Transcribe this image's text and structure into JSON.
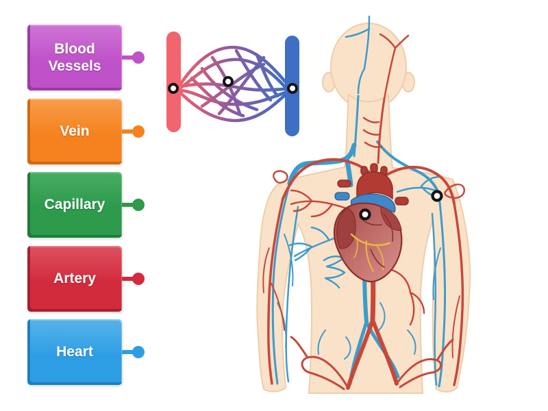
{
  "activity": {
    "kind": "labelled-diagram-activity",
    "background_color": "#ffffff",
    "instructions_visible": false
  },
  "labels": [
    {
      "id": "blood-vessels",
      "text": "Blood Vessels",
      "color": "#bf52c9",
      "color_dark": "#9c3aa8",
      "color_light": "#cf74d6"
    },
    {
      "id": "vein",
      "text": "Vein",
      "color": "#f5821f",
      "color_dark": "#d2690e",
      "color_light": "#f89c4a"
    },
    {
      "id": "capillary",
      "text": "Capillary",
      "color": "#2d9a4c",
      "color_dark": "#1e7c38",
      "color_light": "#45ad62"
    },
    {
      "id": "artery",
      "text": "Artery",
      "color": "#d22b3c",
      "color_dark": "#aa1e2d",
      "color_light": "#dd5261"
    },
    {
      "id": "heart",
      "text": "Heart",
      "color": "#2e9ee4",
      "color_dark": "#1b80c2",
      "color_light": "#57b3ea"
    }
  ],
  "diagram": {
    "capillary_bed_illustration": {
      "description": "artery and vein bars joined by capillary mesh",
      "artery_bar_color": "#f2646e",
      "vein_bar_color": "#3e6fc4",
      "mesh_gradient": [
        "#ed5f6a",
        "#8c5aa0",
        "#3e6fc4"
      ],
      "target_count": 3
    },
    "body_illustration": {
      "description": "human torso with circulatory system and heart",
      "skin_color": "#fae2c9",
      "skin_outline_color": "#eecda9",
      "artery_color": "#c7483a",
      "vein_color": "#3b9ccc",
      "heart_colors": [
        "#b23b34",
        "#3f87c9",
        "#a84a48",
        "#d9928c",
        "#e9ba3e"
      ],
      "target_count": 2
    },
    "target_dot_style": {
      "fill": "#ffffff",
      "ring": "#141414"
    },
    "total_targets": 5
  }
}
